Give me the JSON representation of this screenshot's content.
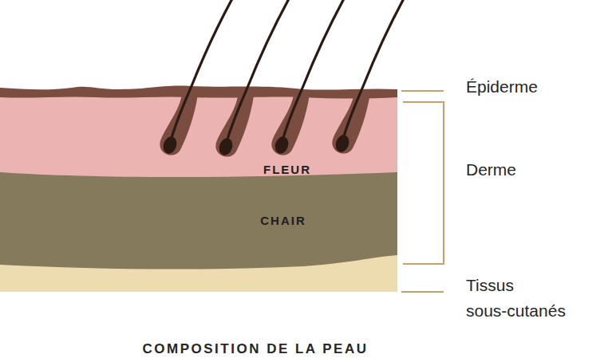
{
  "diagram": {
    "caption": "COMPOSITION DE LA PEAU",
    "nodes": [
      {
        "text": [
          "FLEUR"
        ]
      },
      {
        "text": [
          "CHAIR"
        ]
      }
    ],
    "labels": [
      "Épiderme",
      "Derme",
      "Tissus sous-cutanés"
    ]
  }
}
